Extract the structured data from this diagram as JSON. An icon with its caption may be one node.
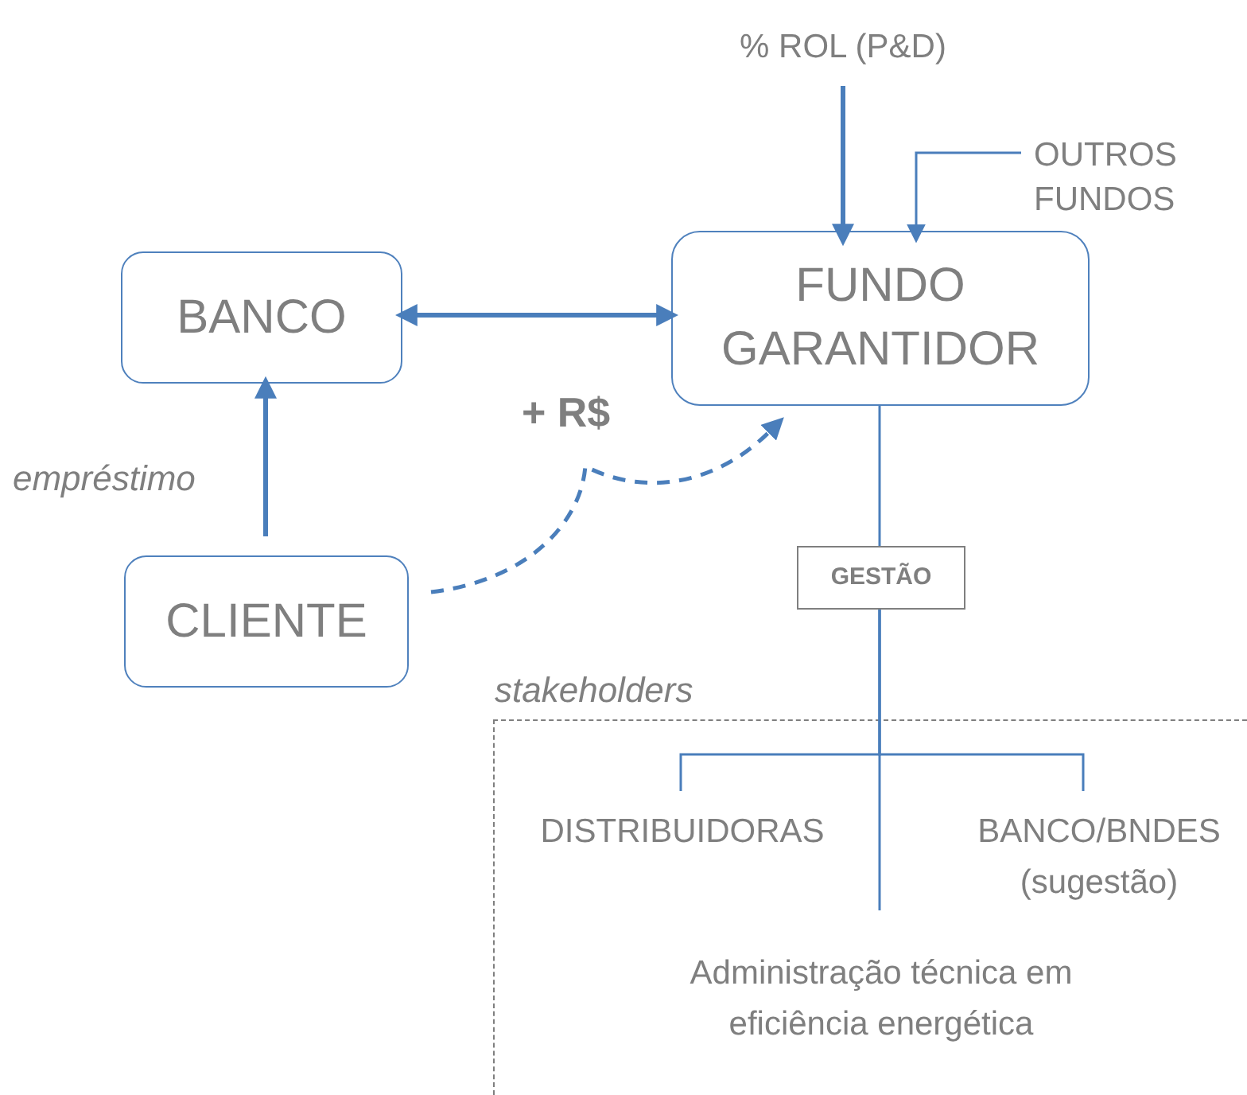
{
  "diagram": {
    "nodes": [
      {
        "text": [
          "BANCO"
        ]
      },
      {
        "text": [
          "FUNDO GARANTIDOR"
        ]
      },
      {
        "text": [
          "CLIENTE"
        ]
      },
      {
        "text": [
          "% ROL (P&D)"
        ]
      },
      {
        "text": [
          "OUTROS FUNDOS"
        ]
      },
      {
        "text": [
          "GESTÃO"
        ]
      },
      {
        "text": [
          "stakeholders"
        ]
      },
      {
        "text": [
          "DISTRIBUIDORAS"
        ],
        "in": 6
      },
      {
        "text": [
          "BANCO/BNDES (sugestão)"
        ],
        "in": 6
      },
      {
        "text": [
          "Administração técnica em eficiência energética"
        ],
        "in": 6
      }
    ],
    "edges": [
      {
        "from": 0,
        "to": 1,
        "arrow": "both",
        "style": "thick"
      },
      {
        "from": 2,
        "to": 0,
        "arrow": "to",
        "style": "thick",
        "label": "empréstimo"
      },
      {
        "from": 2,
        "to": 1,
        "arrow": "to",
        "style": "dashed",
        "label": "+ R$"
      },
      {
        "from": 3,
        "to": 1,
        "arrow": "to",
        "style": "thick"
      },
      {
        "from": 4,
        "to": 1,
        "arrow": "to"
      },
      {
        "from": 1,
        "to": 5,
        "arrow": "none"
      },
      {
        "from": 5,
        "to": 9,
        "arrow": "none"
      },
      {
        "from": 5,
        "to": 7,
        "arrow": "none"
      },
      {
        "from": 5,
        "to": 8,
        "arrow": "none"
      }
    ]
  }
}
